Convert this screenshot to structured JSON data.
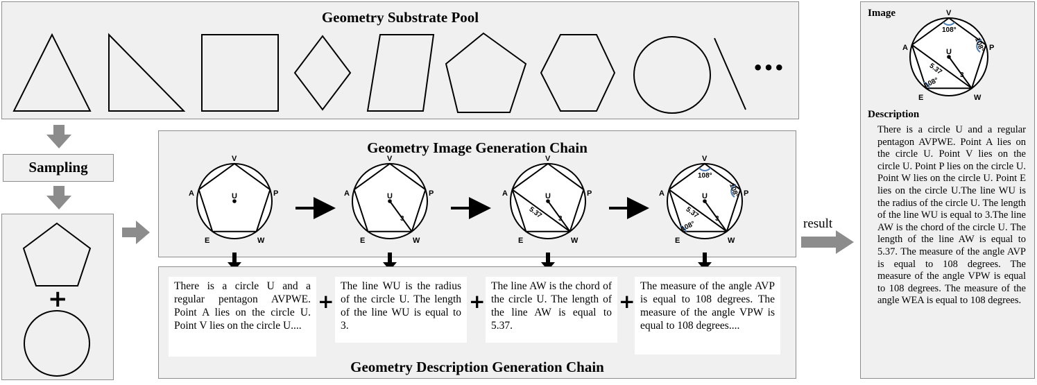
{
  "substrate_pool": {
    "title": "Geometry Substrate Pool",
    "shapes": [
      "triangle",
      "right-triangle",
      "square",
      "rhombus",
      "parallelogram",
      "pentagon",
      "hexagon",
      "circle",
      "line"
    ],
    "ellipsis": "•••"
  },
  "sampling": {
    "label": "Sampling",
    "plus": "+"
  },
  "image_chain": {
    "title": "Geometry Image Generation Chain",
    "point_labels": {
      "v": "V",
      "p": "P",
      "w": "W",
      "e": "E",
      "a": "A",
      "u": "U"
    },
    "radius_value": "3",
    "chord_value": "5.37",
    "angle_value": "108°"
  },
  "description_chain": {
    "title": "Geometry Description Generation Chain",
    "plus": "+",
    "steps": [
      "There is a circle U and a regular pentagon AVPWE. Point A lies on the circle U. Point V lies on the circle U....",
      "The line WU is the radius of the circle U. The length of the line WU is equal to 3.",
      "The line AW is the chord of the circle U. The length of the line AW is equal to 5.37.",
      "The measure of the angle AVP is equal to 108 degrees. The measure of the angle VPW is equal to 108 degrees...."
    ]
  },
  "result_label": "result",
  "result": {
    "image_heading": "Image",
    "description_heading": "Description",
    "description": "There is a circle U and a regular pentagon AVPWE. Point A lies on the circle U. Point V lies on the circle U. Point P lies on the circle U. Point W lies on the circle U. Point E lies on the circle U.The line WU is the radius of the circle U. The length of the line WU is equal to 3.The line AW is the chord of the circle U. The length of the line AW is equal to 5.37. The measure of the angle AVP is equal to 108 degrees. The measure of the angle VPW is equal to 108 degrees. The measure of the angle WEA is equal to 108 degrees."
  }
}
